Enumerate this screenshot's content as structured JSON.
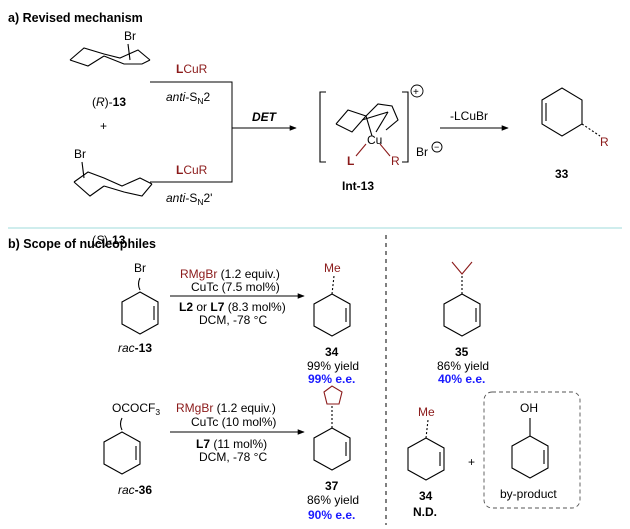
{
  "section_a": {
    "title": "a) Revised mechanism",
    "sub_r": "(R)-13",
    "sub_r_parts": {
      "open": "(",
      "letter": "R",
      "close": ")-",
      "num": "13"
    },
    "plus": "+",
    "sub_s_parts": {
      "open": "(",
      "letter": "S",
      "close": ")-",
      "num": "13"
    },
    "br": "Br",
    "reagent_top": {
      "L": "L",
      "rest": "CuR"
    },
    "mech_top": {
      "anti": "anti",
      "dash": "-S",
      "sub": "N",
      "num": "2"
    },
    "reagent_bot": {
      "L": "L",
      "rest": "CuR"
    },
    "mech_bot": {
      "anti": "anti",
      "dash": "-S",
      "sub": "N",
      "num": "2'"
    },
    "det": "DET",
    "int_label": "Int-13",
    "cu": "Cu",
    "l": "L",
    "r": "R",
    "plus_charge": "+",
    "br_minus": "Br",
    "minus_charge": "−",
    "elim": "-LCuBr",
    "product_num": "33",
    "product_r": "R"
  },
  "section_b": {
    "title": "b) Scope of nucleophiles",
    "row1": {
      "br": "Br",
      "rac": "rac",
      "rac_num": "-13",
      "cond1": {
        "red": "RMgBr",
        "rest": " (1.2 equiv.)"
      },
      "cond2": "CuTc (7.5 mol%)",
      "cond3": {
        "l2": "L2",
        "or": " or ",
        "l7": "L7",
        "rest": " (8.3 mol%)"
      },
      "cond4": "DCM, -78 °C",
      "me": "Me",
      "p1_num": "34",
      "p1_yield": "99% yield",
      "p1_ee": "99% e.e.",
      "p2_num": "35",
      "p2_yield": "86% yield",
      "p2_ee": "40% e.e."
    },
    "row2": {
      "lg": "OCOCF",
      "lg_sub": "3",
      "rac": "rac",
      "rac_num": "-36",
      "cond1": {
        "red": "RMgBr",
        "rest": " (1.2 equiv.)"
      },
      "cond2": "CuTc (10 mol%)",
      "cond3": {
        "l7": "L7",
        "rest": " (11 mol%)"
      },
      "cond4": "DCM, -78 °C",
      "p1_num": "37",
      "p1_yield": "86% yield",
      "p1_ee": "90% e.e.",
      "me": "Me",
      "p2_num": "34",
      "p2_nd": "N.D.",
      "plus": "+",
      "oh": "OH",
      "byproduct": "by-product"
    }
  }
}
